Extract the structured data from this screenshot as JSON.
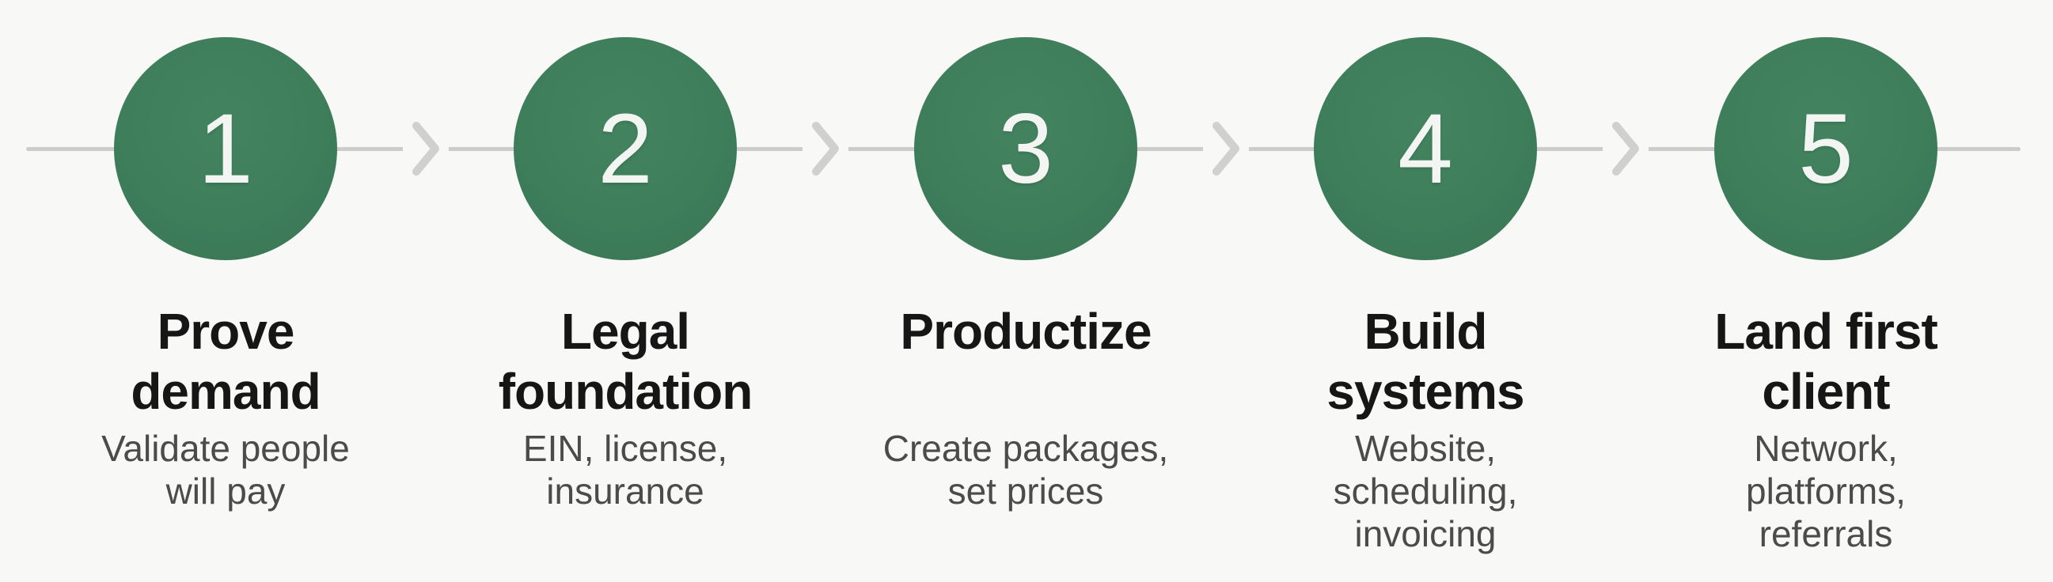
{
  "figure": {
    "kind": "process-flow-infographic",
    "step_count": 5,
    "colors": {
      "background": "#f8f8f6",
      "circle_green": "#3e7e5b",
      "number_text": "#f3f5f2",
      "timeline_line": "#ccccca",
      "chevron": "#d0d0ce",
      "title_text": "#161616",
      "subtitle_text": "#4b4b4b"
    }
  },
  "steps": [
    {
      "number": "1",
      "title": "Prove\ndemand",
      "subtitle": "Validate people\nwill pay"
    },
    {
      "number": "2",
      "title": "Legal\nfoundation",
      "subtitle": "EIN, license,\ninsurance"
    },
    {
      "number": "3",
      "title": "Productize",
      "subtitle": "Create packages,\nset prices"
    },
    {
      "number": "4",
      "title": "Build\nsystems",
      "subtitle": "Website,\nscheduling,\ninvoicing"
    },
    {
      "number": "5",
      "title": "Land first\nclient",
      "subtitle": "Network,\nplatforms,\nreferrals"
    }
  ],
  "connectors": {
    "icon": "chevron-right",
    "count": 4
  }
}
